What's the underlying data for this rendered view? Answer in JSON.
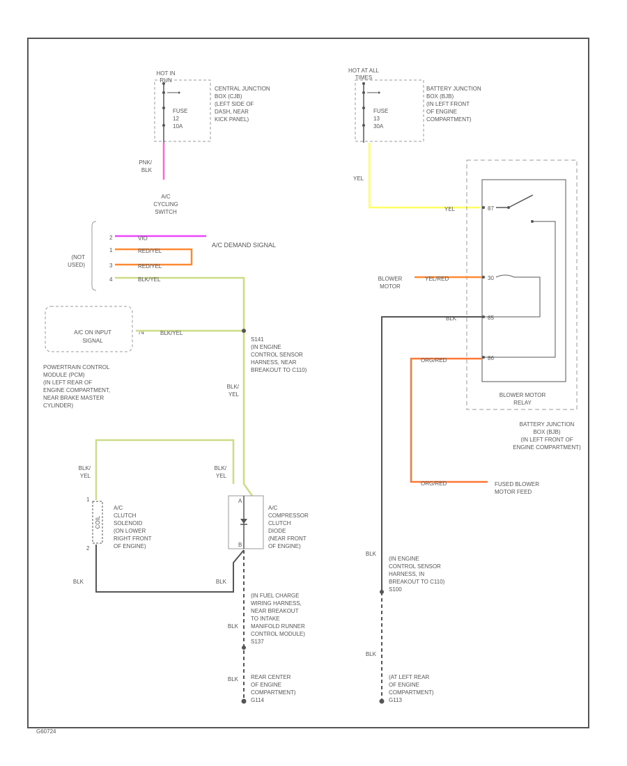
{
  "fuse_left": {
    "supply": [
      "HOT IN",
      "RUN"
    ],
    "fuse": [
      "FUSE",
      "12",
      "10A"
    ],
    "location": [
      "CENTRAL JUNCTION",
      "BOX (CJB)",
      "(LEFT SIDE OF",
      "DASH, NEAR",
      "KICK PANEL)"
    ]
  },
  "fuse_right": {
    "supply": [
      "HOT AT ALL",
      "TIMES"
    ],
    "fuse": [
      "FUSE",
      "13",
      "30A"
    ],
    "location": [
      "BATTERY JUNCTION",
      "BOX (BJB)",
      "(IN LEFT FRONT",
      "OF ENGINE",
      "COMPARTMENT)"
    ]
  },
  "wires": {
    "pnk_blk": [
      "PNK/",
      "BLK"
    ],
    "yel": "YEL",
    "vio": "VIO",
    "red_yel": "RED/YEL",
    "blk_yel": "BLK/YEL",
    "blk": "BLK",
    "yel_red": "YEL/RED",
    "org_red": "ORG/RED",
    "blk_yel_stacked": [
      "BLK/",
      "YEL"
    ]
  },
  "ac_cycling_switch": [
    "A/C",
    "CYCLING",
    "SWITCH"
  ],
  "ac_demand_signal": "A/C DEMAND SIGNAL",
  "not_used": [
    "(NOT",
    "USED)"
  ],
  "pins": {
    "p2": "2",
    "p1": "1",
    "p3": "3",
    "p4": "4",
    "p87": "87",
    "p30": "30",
    "p85": "85",
    "p86": "86",
    "pin_a": "A",
    "pin_b": "B",
    "pin_74": "74",
    "pin_1": "1",
    "pin_2": "2"
  },
  "pcm": {
    "input": [
      "A/C ON INPUT",
      "SIGNAL"
    ],
    "label": [
      "POWERTRAIN CONTROL",
      "MODULE (PCM)",
      "(IN LEFT REAR OF",
      "ENGINE COMPARTMENT,",
      "NEAR BRAKE MASTER",
      "CYLINDER)"
    ]
  },
  "splice_s141": [
    "S141",
    "(IN ENGINE",
    "CONTROL SENSOR",
    "HARNESS, NEAR",
    "BREAKOUT TO C110)"
  ],
  "clutch_solenoid": [
    "A/C",
    "CLUTCH",
    "SOLENOID",
    "(ON LOWER",
    "RIGHT FRONT",
    "OF ENGINE)"
  ],
  "clutch_coil": "COIL",
  "clutch_diode": [
    "A/C",
    "COMPRESSOR",
    "CLUTCH",
    "DIODE",
    "(NEAR FRONT",
    "OF ENGINE)"
  ],
  "blower_motor": [
    "BLOWER",
    "MOTOR"
  ],
  "blower_relay": [
    "BLOWER MOTOR",
    "RELAY"
  ],
  "bjb_right": [
    "BATTERY JUNCTION",
    "BOX (BJB)",
    "(IN LEFT FRONT OF",
    "ENGINE COMPARTMENT)"
  ],
  "fused_feed": [
    "FUSED BLOWER",
    "MOTOR FEED"
  ],
  "splice_s137": [
    "(IN FUEL CHARGE",
    "WIRING HARNESS,",
    "NEAR BREAKOUT",
    "TO INTAKE",
    "MANIFOLD RUNNER",
    "CONTROL MODULE)",
    "S137"
  ],
  "ground_g114": [
    "REAR CENTER",
    "OF ENGINE",
    "COMPARTMENT)",
    "G114"
  ],
  "splice_s100": [
    "(IN ENGINE",
    "CONTROL SENSOR",
    "HARNESS, IN",
    "BREAKOUT TO C110)",
    "S100"
  ],
  "ground_g113": [
    "(AT LEFT REAR",
    "OF ENGINE",
    "COMPARTMENT)",
    "G113"
  ],
  "figure_id": "G60724",
  "colors": {
    "pink": "#ff66cc",
    "violet": "#ee44ff",
    "orange": "#ff8833",
    "yellow": "#ffff66",
    "olive": "#ccdd88",
    "orange_red": "#ff7733",
    "line": "#555555",
    "dashed": "#999999"
  }
}
